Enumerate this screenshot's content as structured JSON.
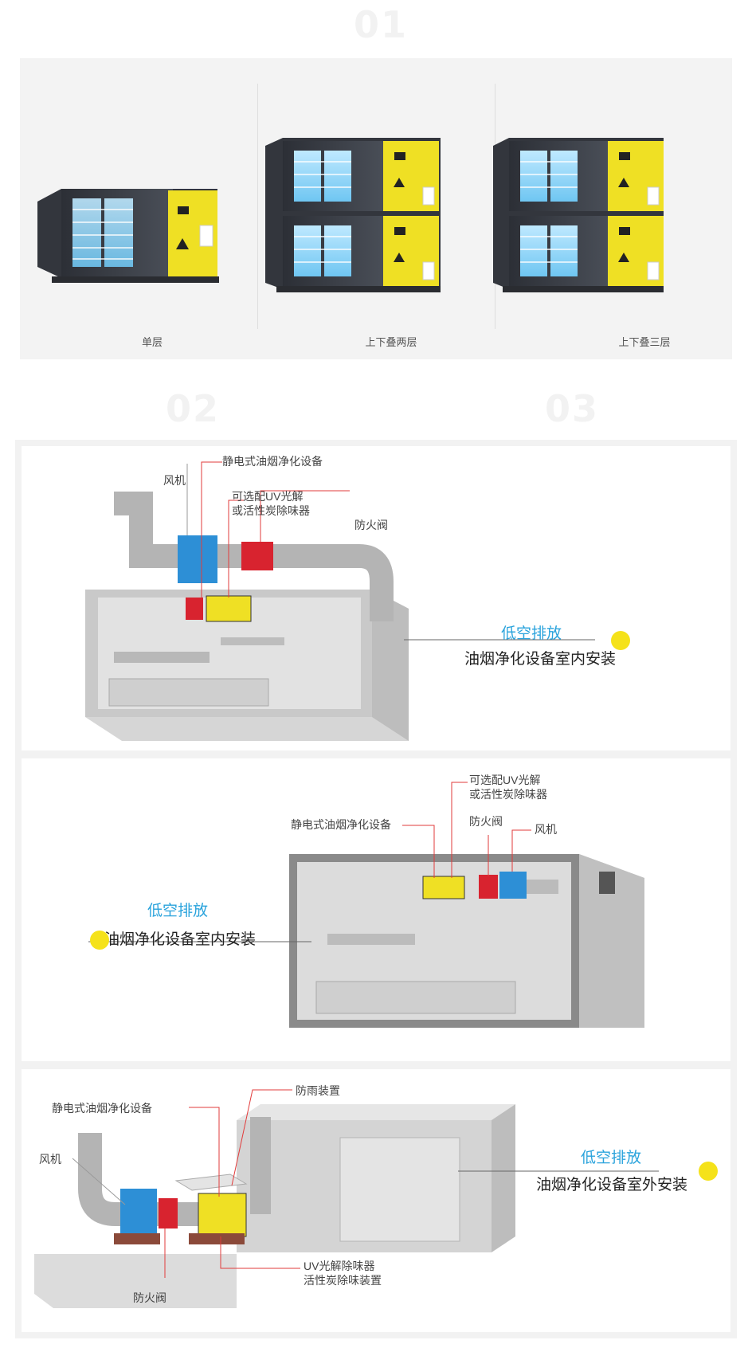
{
  "section_numbers": [
    "01",
    "02",
    "03"
  ],
  "variants": [
    {
      "caption": "单层"
    },
    {
      "caption": "上下叠两层"
    },
    {
      "caption": "上下叠三层"
    }
  ],
  "install_cards": [
    {
      "labels": {
        "purifier": "静电式油烟净化设备",
        "fan": "风机",
        "uv_line1": "可选配UV光解",
        "uv_line2": "或活性炭除味器",
        "fire_valve": "防火阀"
      },
      "title_blue": "低空排放",
      "title_black": "油烟净化设备室内安装"
    },
    {
      "labels": {
        "uv_line1": "可选配UV光解",
        "uv_line2": "或活性炭除味器",
        "purifier": "静电式油烟净化设备",
        "fire_valve": "防火阀",
        "fan": "风机"
      },
      "title_blue": "低空排放",
      "title_black": "油烟净化设备室内安装"
    },
    {
      "labels": {
        "rain": "防雨装置",
        "purifier": "静电式油烟净化设备",
        "fan": "风机",
        "uv_line1": "UV光解除味器",
        "uv_line2": "活性炭除味装置",
        "fire_valve": "防火阀"
      },
      "title_blue": "低空排放",
      "title_black": "油烟净化设备室外安装"
    }
  ],
  "colors": {
    "accent_yellow": "#f5e21a",
    "accent_blue": "#2aa3dc",
    "leader_red": "#e23b3b",
    "machine_yellow": "#efe024",
    "fan_blue": "#2d8fd6",
    "valve_red": "#d8232f"
  }
}
